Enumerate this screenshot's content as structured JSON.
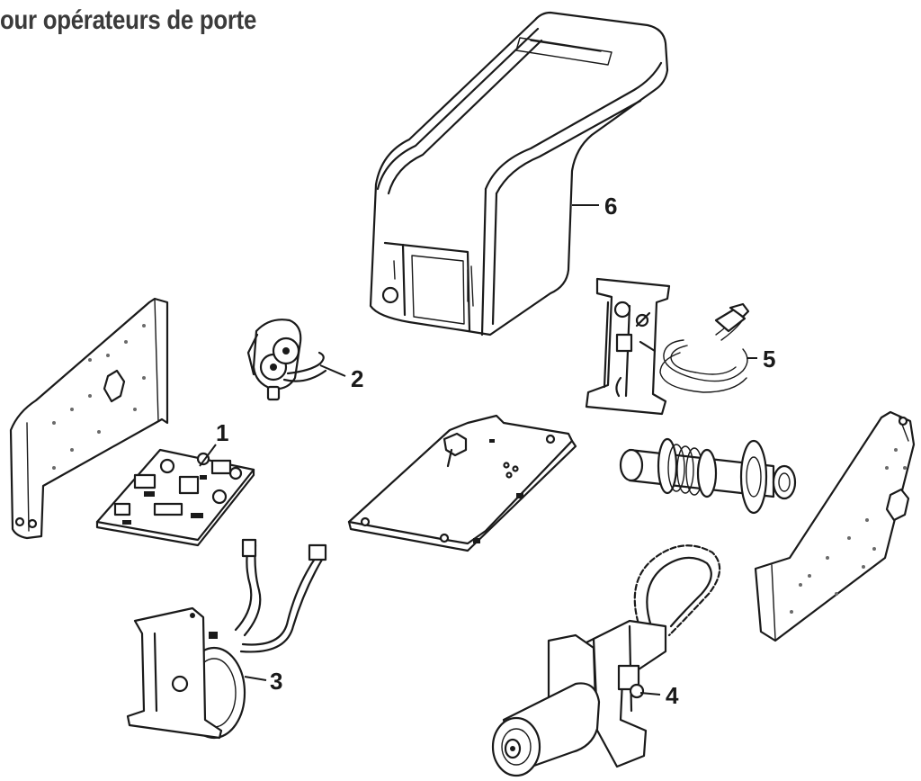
{
  "title": "our opérateurs de porte",
  "callouts": {
    "c1": "1",
    "c2": "2",
    "c3": "3",
    "c4": "4",
    "c5": "5",
    "c6": "6"
  }
}
